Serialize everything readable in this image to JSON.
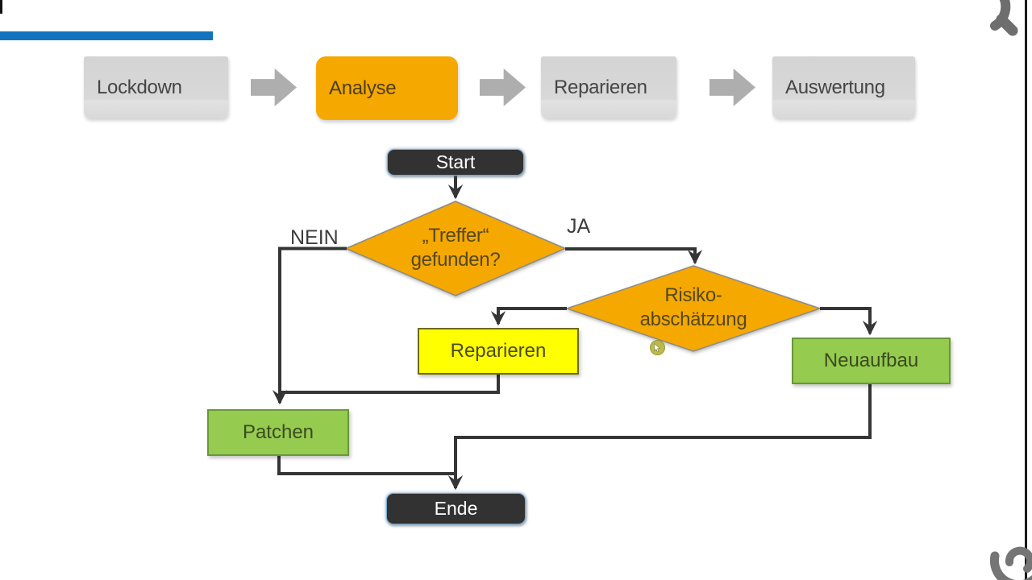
{
  "brand": {
    "accent_bar_color": "#1273BF",
    "logo_top_right": "swirl-logo",
    "logo_bottom_right": "swirl-logo",
    "logo_color": "#6E6E6E"
  },
  "process_steps": {
    "items": [
      {
        "label": "Lockdown",
        "active": false
      },
      {
        "label": "Analyse",
        "active": true
      },
      {
        "label": "Reparieren",
        "active": false
      },
      {
        "label": "Auswertung",
        "active": false
      }
    ],
    "active_color": "#F5A800",
    "inactive_color": "#D8D8D8",
    "arrow_color": "#AEAEAE"
  },
  "flowchart": {
    "start_label": "Start",
    "end_label": "Ende",
    "decision1": {
      "line1": "„Treffer“",
      "line2": "gefunden?"
    },
    "decision2": {
      "line1": "Risiko-",
      "line2": "abschätzung"
    },
    "branch_no": "NEIN",
    "branch_yes": "JA",
    "repair_label": "Reparieren",
    "rebuild_label": "Neuaufbau",
    "patch_label": "Patchen",
    "colors": {
      "decision_fill": "#F5A800",
      "terminal_fill": "#323232",
      "terminal_border": "#7AA8CD",
      "repair_fill": "#FFFF00",
      "green_fill": "#95CB4F",
      "connector": "#353535"
    }
  }
}
